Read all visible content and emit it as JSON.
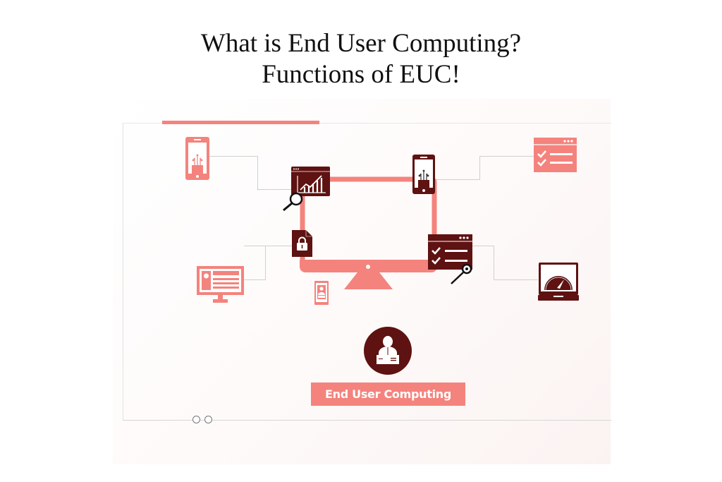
{
  "title": {
    "line1": "What is End User Computing?",
    "line2": "Functions of EUC!"
  },
  "diagram": {
    "center_label": "End User Computing",
    "center_icon": "user-server-icon",
    "central_graphic": "desktop-monitor-icon",
    "colors": {
      "accent": "#f4837d",
      "dark": "#5e1211",
      "connector": "#d0d0d0"
    },
    "nodes": [
      {
        "position": "top-left-outer",
        "icon": "smartphone-circuit-icon",
        "color": "accent"
      },
      {
        "position": "top-left-inner",
        "icon": "analytics-magnifier-icon",
        "color": "dark"
      },
      {
        "position": "top-right-inner",
        "icon": "smartphone-circuit-icon",
        "color": "dark"
      },
      {
        "position": "top-right-outer",
        "icon": "checklist-window-icon",
        "color": "accent"
      },
      {
        "position": "middle-left-inner",
        "icon": "locked-file-icon",
        "color": "dark"
      },
      {
        "position": "middle-left-outer",
        "icon": "monitor-profile-icon",
        "color": "accent"
      },
      {
        "position": "middle-right-inner",
        "icon": "checklist-search-icon",
        "color": "dark"
      },
      {
        "position": "middle-right-outer",
        "icon": "laptop-speedometer-icon",
        "color": "dark"
      },
      {
        "position": "bottom-center",
        "icon": "id-badge-phone-icon",
        "color": "accent"
      }
    ],
    "pagination_dots": 2
  }
}
